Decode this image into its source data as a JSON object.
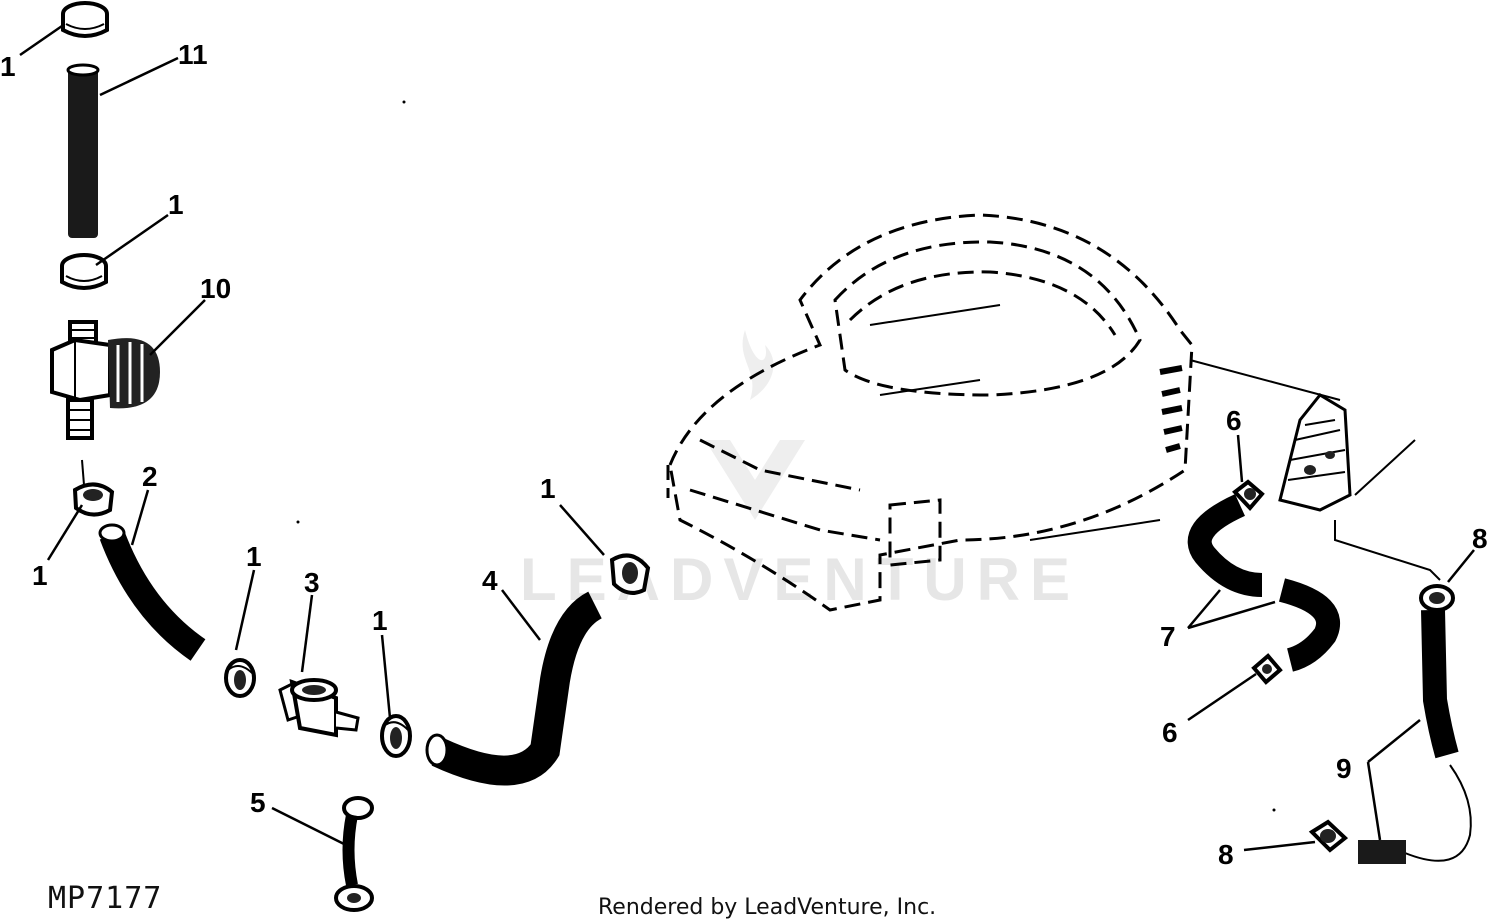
{
  "diagram": {
    "reference_code": "MP7177",
    "credit": "Rendered by LeadVenture, Inc.",
    "watermark": "LEADVENTURE",
    "callouts": [
      {
        "id": "c1a",
        "label": "1"
      },
      {
        "id": "c11",
        "label": "11"
      },
      {
        "id": "c1b",
        "label": "1"
      },
      {
        "id": "c10",
        "label": "10"
      },
      {
        "id": "c1c",
        "label": "1"
      },
      {
        "id": "c2",
        "label": "2"
      },
      {
        "id": "c1d",
        "label": "1"
      },
      {
        "id": "c3",
        "label": "3"
      },
      {
        "id": "c1e",
        "label": "1"
      },
      {
        "id": "c4",
        "label": "4"
      },
      {
        "id": "c1f",
        "label": "1"
      },
      {
        "id": "c5",
        "label": "5"
      },
      {
        "id": "c6a",
        "label": "6"
      },
      {
        "id": "c7",
        "label": "7"
      },
      {
        "id": "c6b",
        "label": "6"
      },
      {
        "id": "c8a",
        "label": "8"
      },
      {
        "id": "c9",
        "label": "9"
      },
      {
        "id": "c8b",
        "label": "8"
      }
    ]
  }
}
